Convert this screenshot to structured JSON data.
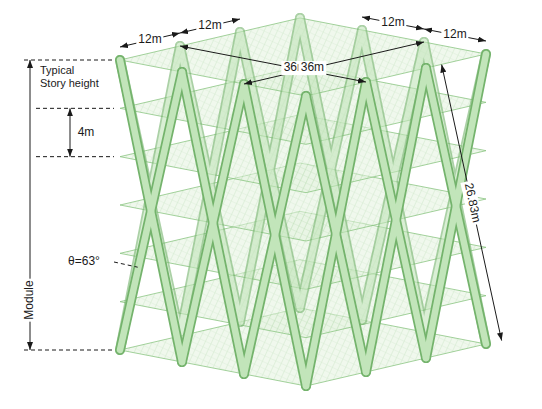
{
  "diagram": {
    "labels": [
      "12m",
      "12m",
      "12m",
      "12m",
      "36m",
      "36m",
      "Typical Story height",
      "4m",
      "θ=63°",
      "26.83m",
      "Module"
    ]
  }
}
